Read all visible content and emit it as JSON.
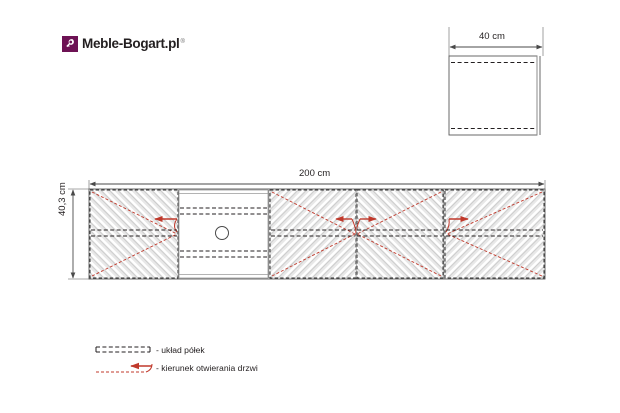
{
  "page": {
    "background_color": "#ffffff",
    "line_color": "#231f20",
    "door_accent_color": "#c0392b",
    "hatch_color": "#bfbfbf",
    "brand_color": "#6d1254"
  },
  "logo": {
    "mark_name": "meble-bogart-mark-icon",
    "text": "Meble-Bogart.pl",
    "registered_mark": "®"
  },
  "side_view": {
    "name": "side-elevation",
    "dimension_label": "40 cm",
    "dimension_value": 40,
    "dimension_unit": "cm"
  },
  "front_view": {
    "name": "front-elevation",
    "width_label": "200 cm",
    "width_value": 200,
    "height_label": "40,3 cm",
    "height_value": 40.3,
    "unit": "cm",
    "sections": [
      {
        "name": "left-door",
        "type": "door",
        "opening": "right",
        "hinge": "left",
        "hatched": true
      },
      {
        "name": "open-shelf-bay",
        "type": "open",
        "hatched": false,
        "cable_hole": true,
        "shelves": 2
      },
      {
        "name": "center-left-door",
        "type": "door",
        "opening": "left",
        "hinge": "left",
        "hatched": true
      },
      {
        "name": "center-right-door",
        "type": "door",
        "opening": "right",
        "hinge": "right",
        "hatched": true
      },
      {
        "name": "right-door",
        "type": "door",
        "opening": "right",
        "hinge": "left",
        "hatched": true
      }
    ]
  },
  "legend": {
    "shelves": {
      "symbol": "black-dashed-double-line",
      "label": "- układ półek"
    },
    "doors": {
      "symbol": "red-dashed-line-with-arrow",
      "label": "- kierunek otwierania drzwi"
    }
  }
}
